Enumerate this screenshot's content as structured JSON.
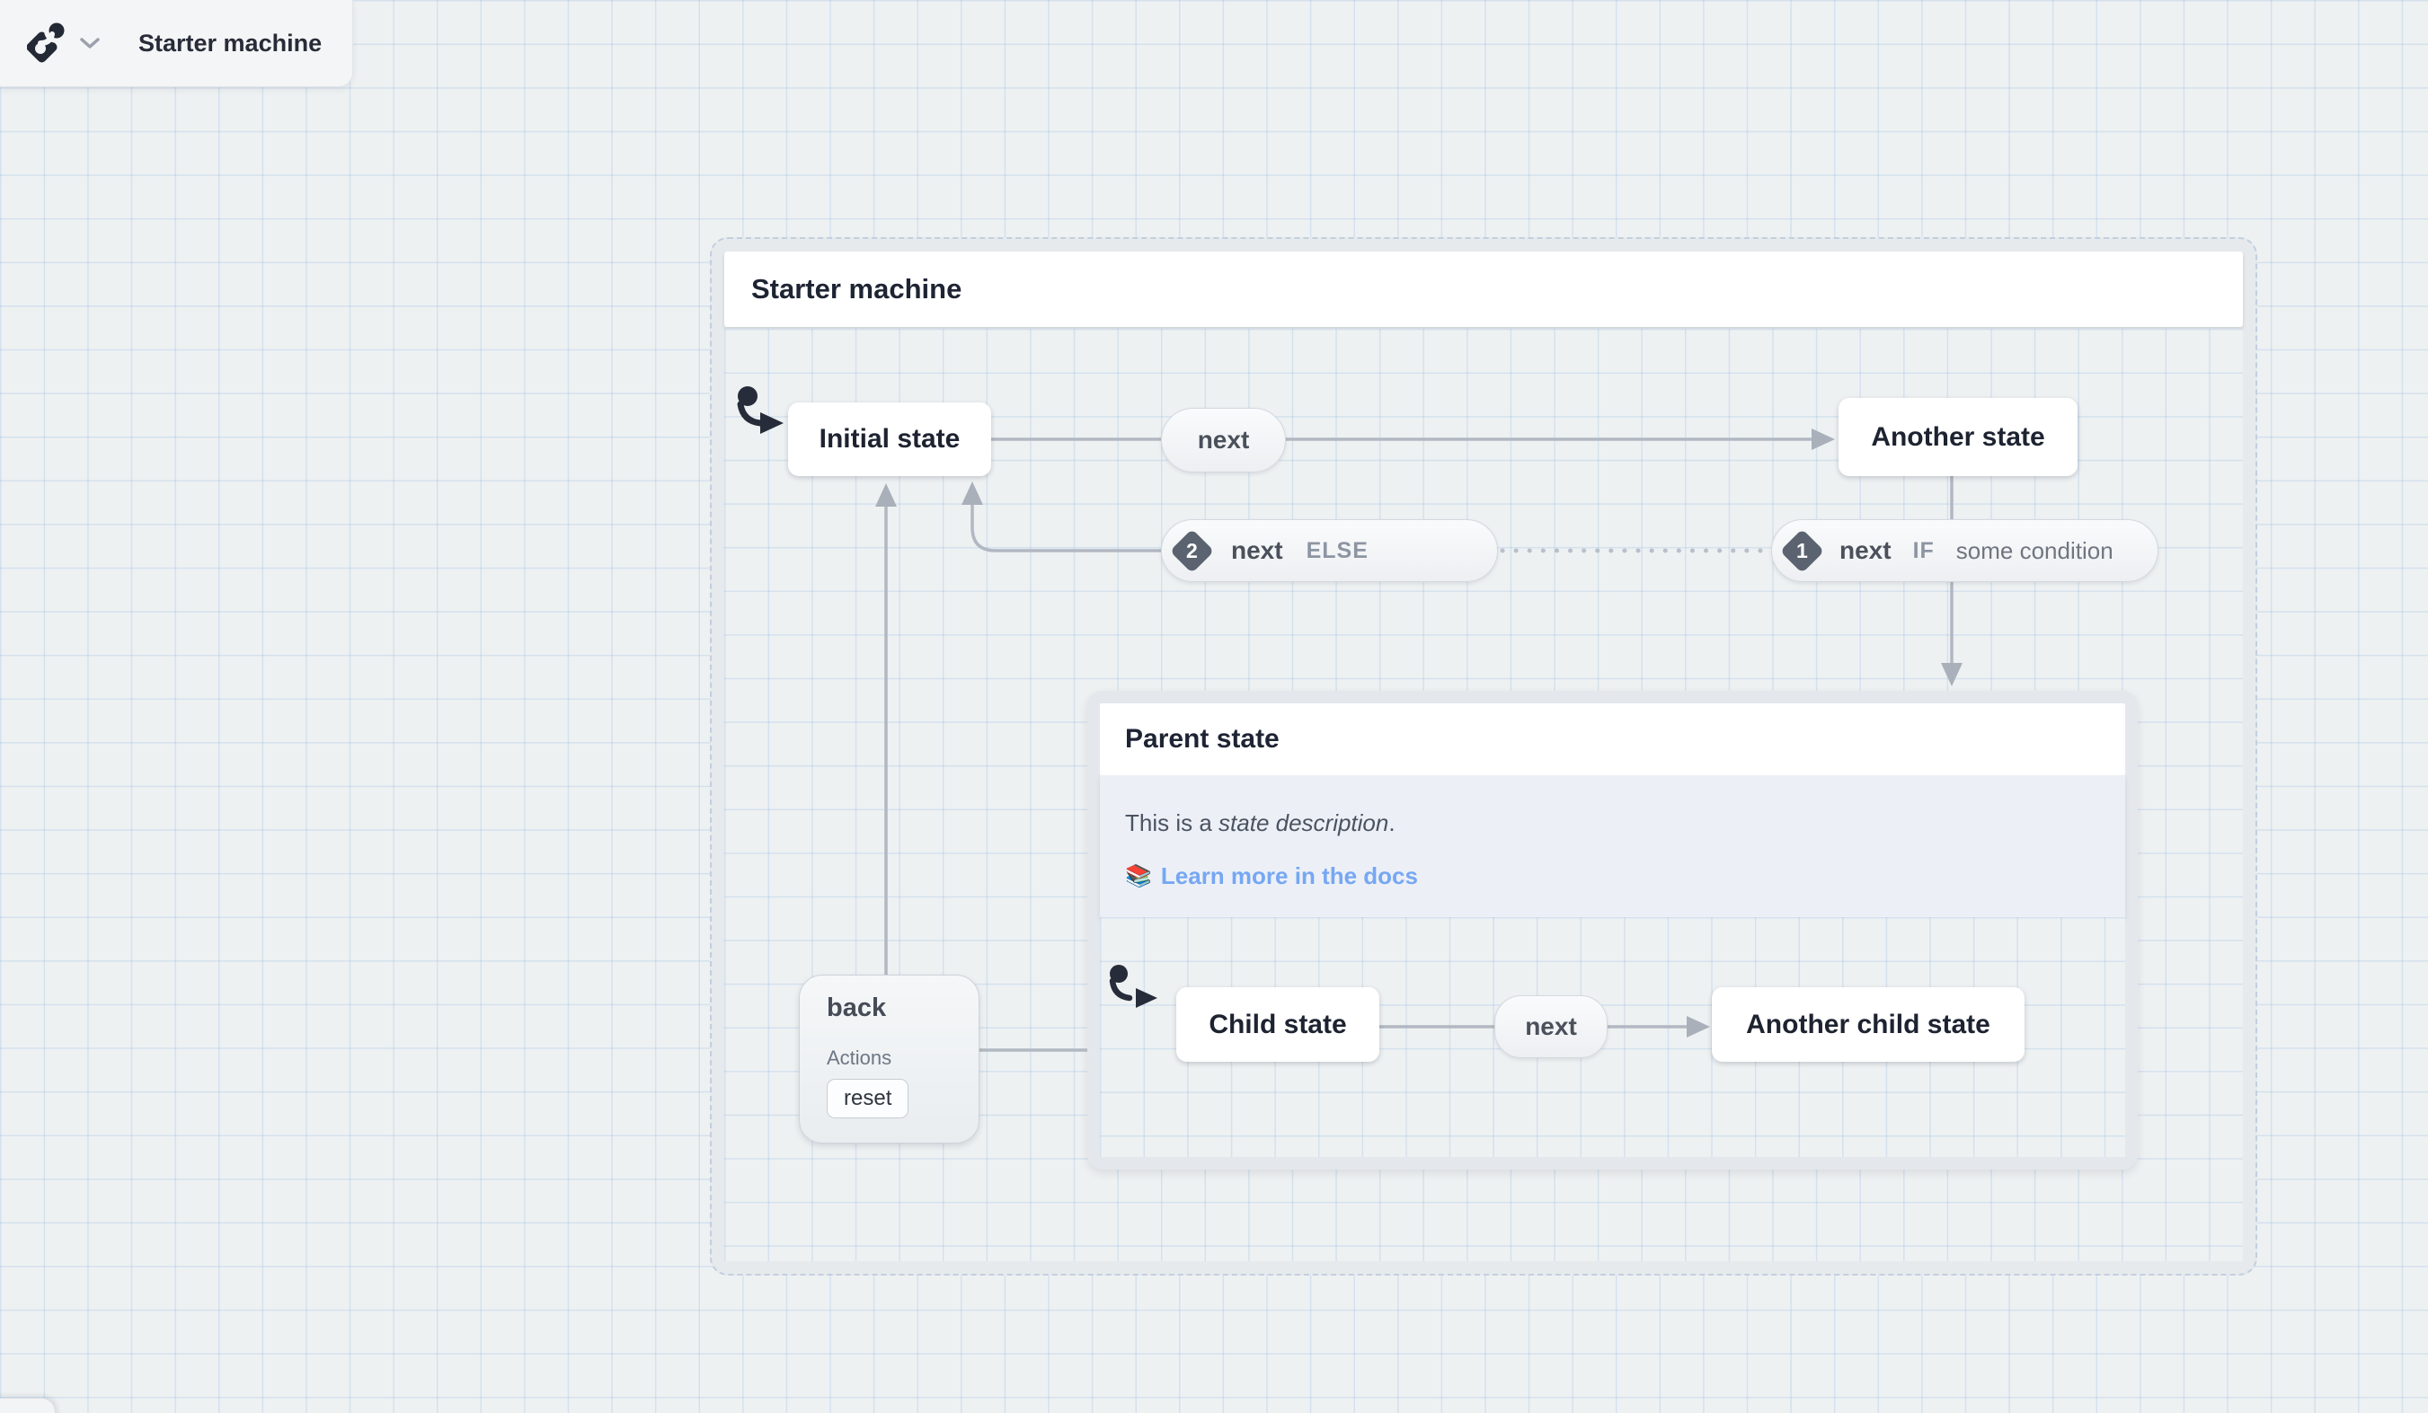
{
  "app": {
    "logo_icon": "stately-logo",
    "chevron_icon": "chevron-down-icon",
    "title": "Starter machine"
  },
  "machine": {
    "title": "Starter machine",
    "states": {
      "initial": {
        "label": "Initial state"
      },
      "another": {
        "label": "Another state"
      },
      "parent": {
        "title": "Parent state",
        "description": {
          "prefix": "This is a ",
          "italic": "state description",
          "suffix": "."
        },
        "docs": {
          "emoji": "📚",
          "link_label": "Learn more in the docs"
        },
        "children": {
          "child": {
            "label": "Child state"
          },
          "another_child": {
            "label": "Another child state"
          }
        }
      }
    },
    "transitions": {
      "next_top": {
        "event": "next"
      },
      "next_else": {
        "order": "2",
        "event": "next",
        "guard_keyword": "ELSE"
      },
      "next_if": {
        "order": "1",
        "event": "next",
        "guard_keyword": "IF",
        "guard": "some condition"
      },
      "back": {
        "event": "back",
        "actions_label": "Actions",
        "action": "reset"
      },
      "child_next": {
        "event": "next"
      }
    }
  },
  "colors": {
    "brand_navy": "#242936",
    "link_blue": "#76a7f3",
    "arrow_gray": "#b2b8c2",
    "badge_slate": "#5b6370"
  }
}
